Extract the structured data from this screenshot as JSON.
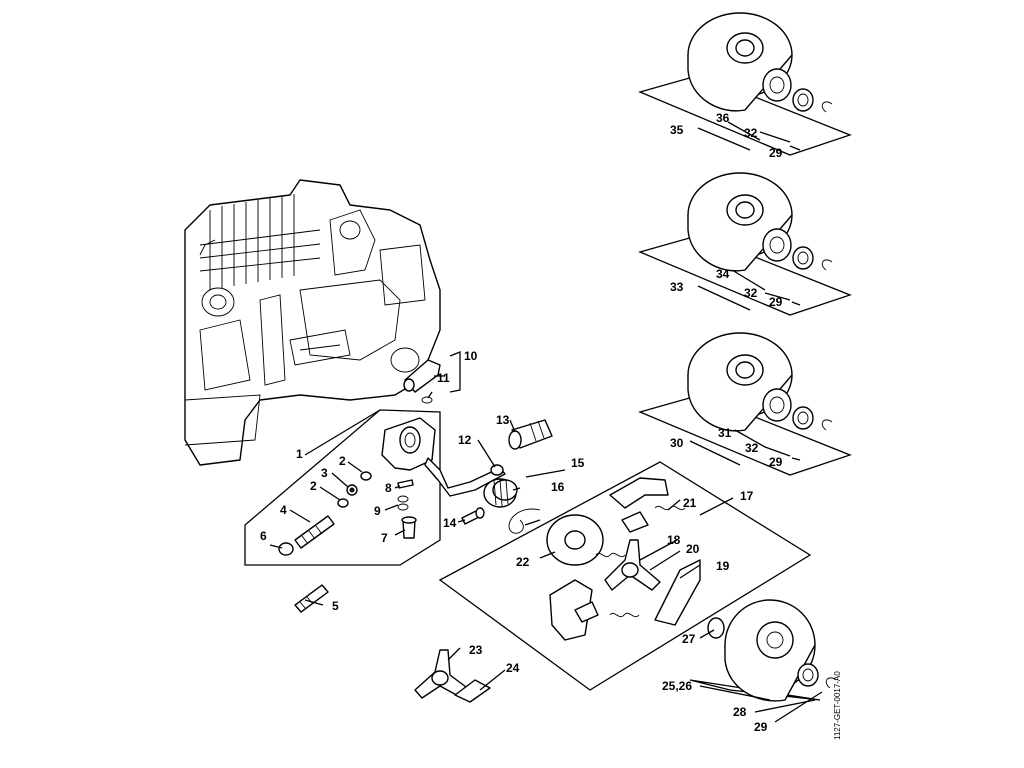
{
  "diagram": {
    "drawing_code": "1127-GET-0017-A0",
    "labels": [
      "1",
      "2",
      "2",
      "3",
      "4",
      "5",
      "6",
      "7",
      "8",
      "9",
      "10",
      "11",
      "12",
      "13",
      "14",
      "15",
      "16",
      "17",
      "18",
      "19",
      "20",
      "21",
      "22",
      "23",
      "24",
      "25,26",
      "27",
      "28",
      "29",
      "29",
      "29",
      "29",
      "30",
      "31",
      "32",
      "32",
      "32",
      "33",
      "34",
      "35",
      "36"
    ]
  }
}
